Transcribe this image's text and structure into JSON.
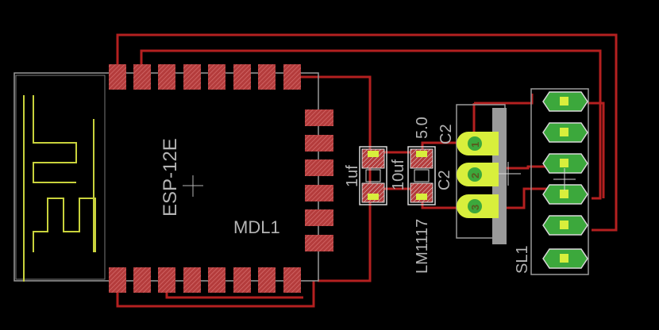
{
  "board": {
    "background": "#000000",
    "trace_color": "#b42020",
    "pad_color": "#b43c3c",
    "outline_color": "#9a9a9a",
    "antenna_color": "#c8d23c",
    "regulator_pad_color": "#d8ef3c",
    "connector_pad_color": "#3ca83c"
  },
  "labels": {
    "module_name": "ESP-12E",
    "module_ref": "MDL1",
    "cap_left_value": "1uf",
    "cap_right_value": "10uf",
    "cap_ref": "C2",
    "cap_ref_2": "C2",
    "regulator_name": "LM1117",
    "regulator_voltage": "5.0",
    "connector_ref": "SL1",
    "reg_pin_1": "1",
    "reg_pin_2": "2",
    "reg_pin_3": "3"
  }
}
